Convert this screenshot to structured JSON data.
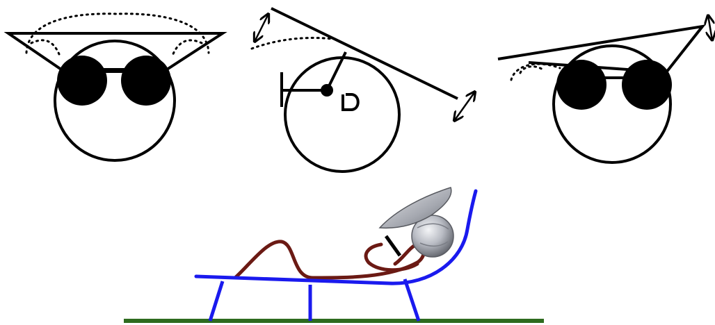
{
  "figure": {
    "background": "#ffffff",
    "colors": {
      "line": "#000000",
      "chair": "#1a1aee",
      "body": "#6b1a14",
      "ground": "#2e6b1f",
      "helmet": "#c9ccd2"
    },
    "panels": [
      {
        "id": "front-visor-view",
        "description_icon": "head-with-sunglasses-and-hat-brim"
      },
      {
        "id": "side-visor-view",
        "description_icon": "head-side-with-tilting-brim"
      },
      {
        "id": "front-tilted-visor-view",
        "description_icon": "head-with-raised-brim"
      }
    ],
    "scene": {
      "icon": "person-reclining-on-lounge-chair-with-visor"
    }
  }
}
